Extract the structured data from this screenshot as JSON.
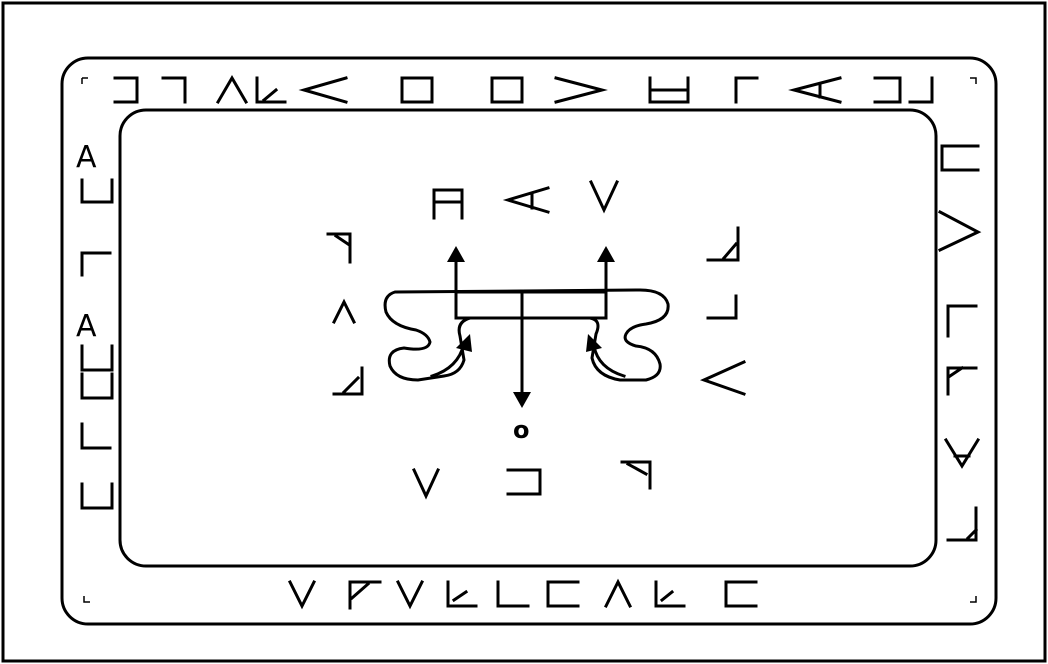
{
  "diagram": {
    "colors": {
      "ink": "#000000",
      "background": "#ffffff"
    },
    "center_label": "o",
    "left_column_labels": [
      "A",
      "A"
    ],
    "glyph_set": "alien-alphabet-symbols"
  }
}
